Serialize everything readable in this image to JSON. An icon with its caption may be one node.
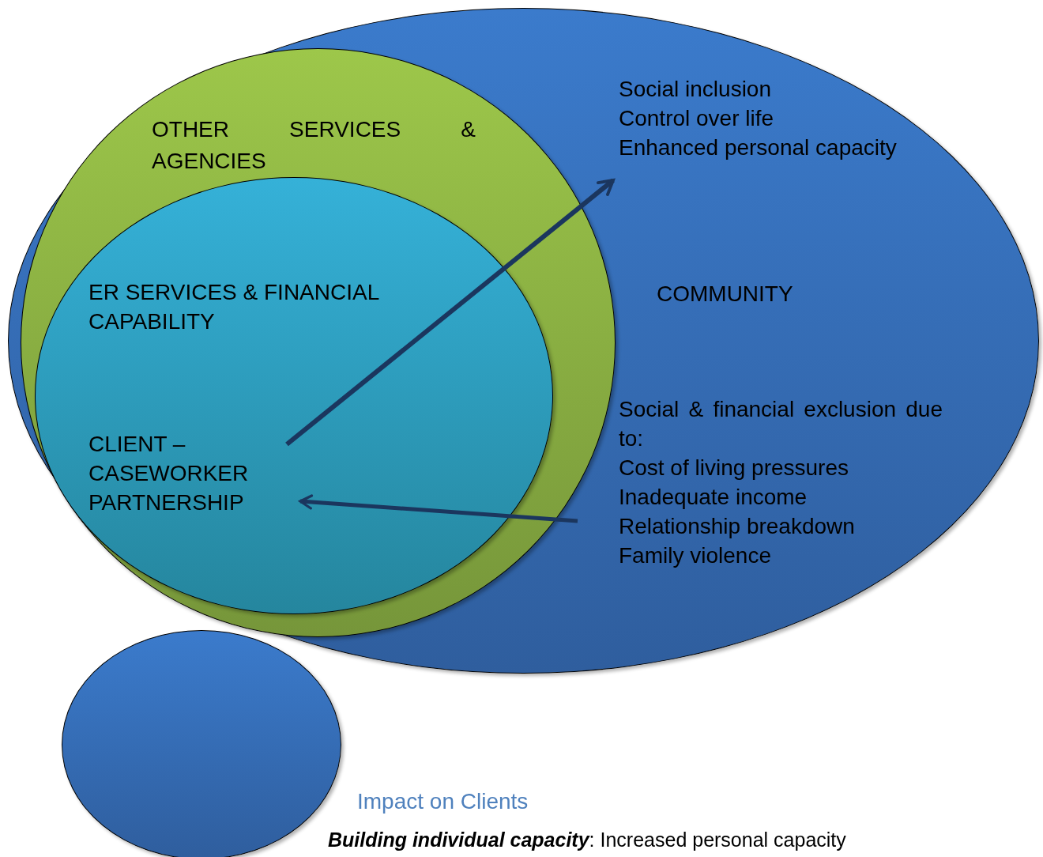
{
  "diagram": {
    "nodes": [
      {
        "text": [
          "COMMUNITY"
        ]
      },
      {
        "text": [
          "OTHER SERVICES & AGENCIES"
        ],
        "in": 0
      },
      {
        "text": [
          "ER SERVICES & FINANCIAL CAPABILITY"
        ],
        "in": 1
      },
      {
        "text": [
          "CLIENT – CASEWORKER PARTNERSHIP"
        ],
        "in": 2
      },
      {
        "text": [
          "Social inclusion",
          "Control over life",
          "Enhanced personal capacity"
        ],
        "in": 0
      },
      {
        "text": [
          "Social & financial exclusion due to:",
          "Cost of living pressures",
          "Inadequate income",
          "Relationship breakdown",
          "Family violence"
        ],
        "in": 0
      },
      {
        "text": [],
        "shape": "circle"
      }
    ],
    "edges": [
      {
        "from": 3,
        "to": 4,
        "arrow": "to"
      },
      {
        "from": 5,
        "to": 3,
        "arrow": "to"
      }
    ],
    "labels": [
      "Impact on Clients",
      "**Building individual capacity**: Increased personal capacity"
    ]
  }
}
